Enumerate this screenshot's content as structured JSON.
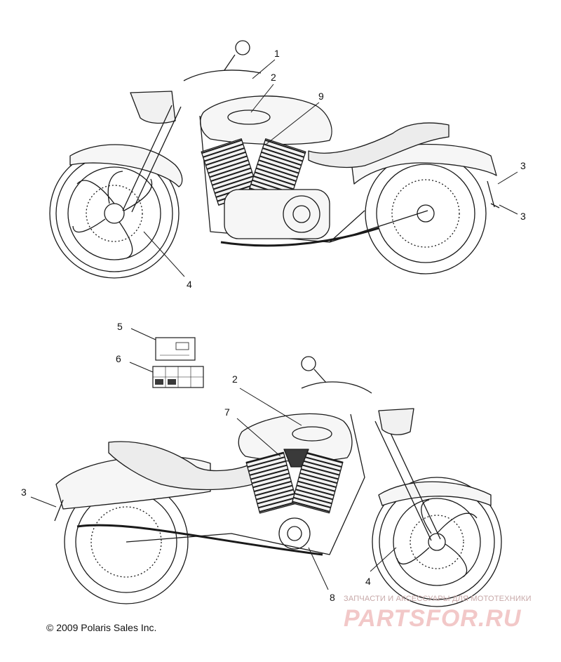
{
  "callouts": [
    "1",
    "2",
    "9",
    "3",
    "3",
    "4",
    "5",
    "6",
    "2",
    "7",
    "3",
    "4",
    "8"
  ],
  "copyright": "© 2009 Polaris Sales Inc.",
  "watermark": {
    "tagline": "ЗАПЧАСТИ И АКСЕССУАРЫ ДЛЯ МОТОТЕХНИКИ",
    "logo": "PARTSFOR.RU"
  },
  "colors": {
    "line": "#1a1a1a",
    "fill": "#f6f6f6",
    "dark": "#3a3a3a",
    "watermark": "#f2c8c8"
  }
}
